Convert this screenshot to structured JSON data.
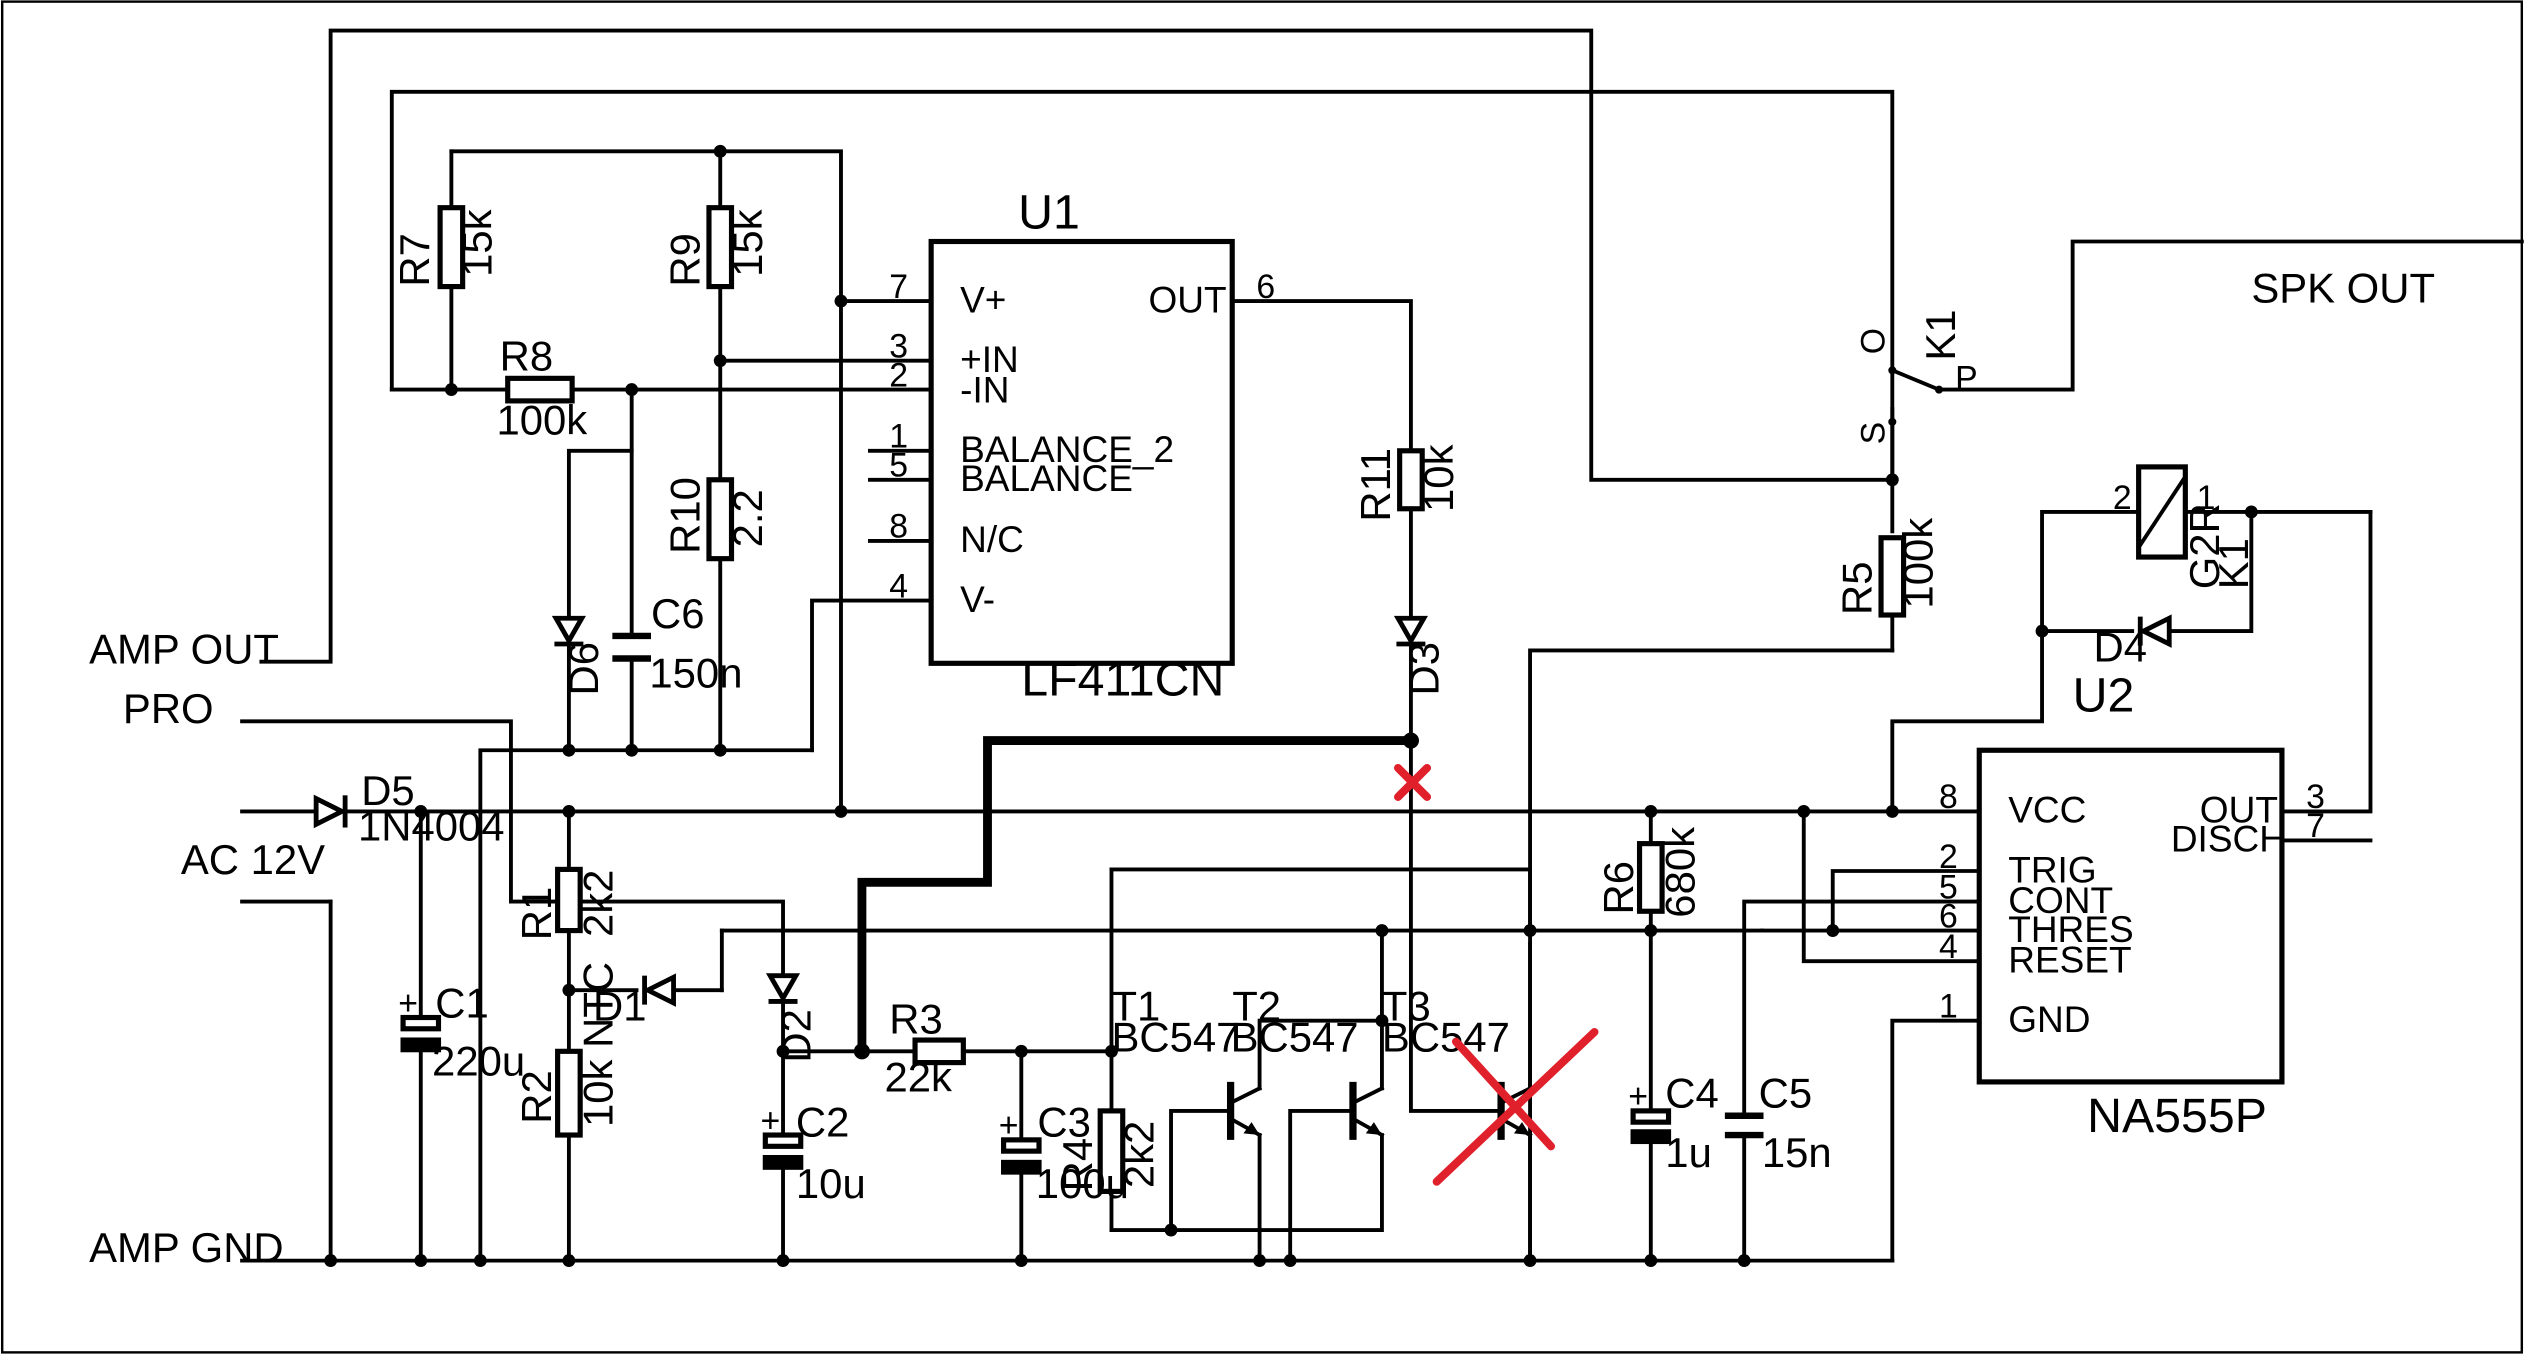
{
  "ports": {
    "amp_out": "AMP OUT",
    "pro": "PRO",
    "ac12v": "AC 12V",
    "amp_gnd": "AMP GND",
    "spk_out": "SPK OUT"
  },
  "u1": {
    "ref": "U1",
    "part": "LF411CN",
    "pins": [
      {
        "num": "7",
        "name": "V+"
      },
      {
        "num": "3",
        "name": "+IN"
      },
      {
        "num": "2",
        "name": "-IN"
      },
      {
        "num": "1",
        "name": "BALANCE_2"
      },
      {
        "num": "5",
        "name": "BALANCE"
      },
      {
        "num": "8",
        "name": "N/C"
      },
      {
        "num": "4",
        "name": "V-"
      },
      {
        "num": "6",
        "name": "OUT"
      }
    ]
  },
  "u2": {
    "ref": "U2",
    "part": "NA555P",
    "pins": [
      {
        "num": "8",
        "name": "VCC"
      },
      {
        "num": "2",
        "name": "TRIG"
      },
      {
        "num": "5",
        "name": "CONT"
      },
      {
        "num": "6",
        "name": "THRES"
      },
      {
        "num": "4",
        "name": "RESET"
      },
      {
        "num": "1",
        "name": "GND"
      },
      {
        "num": "3",
        "name": "OUT"
      },
      {
        "num": "7",
        "name": "DISCH"
      }
    ]
  },
  "resistors": {
    "r1": {
      "ref": "R1",
      "value": "2k2"
    },
    "r2": {
      "ref": "R2",
      "value": "10k NTC"
    },
    "r3": {
      "ref": "R3",
      "value": "22k"
    },
    "r4": {
      "ref": "R4",
      "value": "2k2"
    },
    "r5": {
      "ref": "R5",
      "value": "100k"
    },
    "r6": {
      "ref": "R6",
      "value": "680k"
    },
    "r7": {
      "ref": "R7",
      "value": "15k"
    },
    "r8": {
      "ref": "R8",
      "value": "100k"
    },
    "r9": {
      "ref": "R9",
      "value": "15k"
    },
    "r10": {
      "ref": "R10",
      "value": "2.2"
    },
    "r11": {
      "ref": "R11",
      "value": "10k"
    }
  },
  "capacitors": {
    "c1": {
      "ref": "C1",
      "value": "220u"
    },
    "c2": {
      "ref": "C2",
      "value": "10u"
    },
    "c3": {
      "ref": "C3",
      "value": "100u"
    },
    "c4": {
      "ref": "C4",
      "value": "1u"
    },
    "c5": {
      "ref": "C5",
      "value": "15n"
    },
    "c6": {
      "ref": "C6",
      "value": "150n"
    },
    "plus": "+"
  },
  "diodes": {
    "d1": "D1",
    "d2": "D2",
    "d3": "D3",
    "d4": "D4",
    "d5": "D5",
    "d5_part": "1N4004",
    "d6": "D6"
  },
  "transistors": {
    "t1": {
      "ref": "T1",
      "part": "BC547"
    },
    "t2": {
      "ref": "T2",
      "part": "BC547"
    },
    "t3": {
      "ref": "T3",
      "part": "BC547"
    }
  },
  "relay": {
    "ref": "K1",
    "part": "G2R",
    "coil_pin1": "1",
    "coil_pin2": "2",
    "contact_o": "O",
    "contact_p": "P",
    "contact_s": "S"
  }
}
